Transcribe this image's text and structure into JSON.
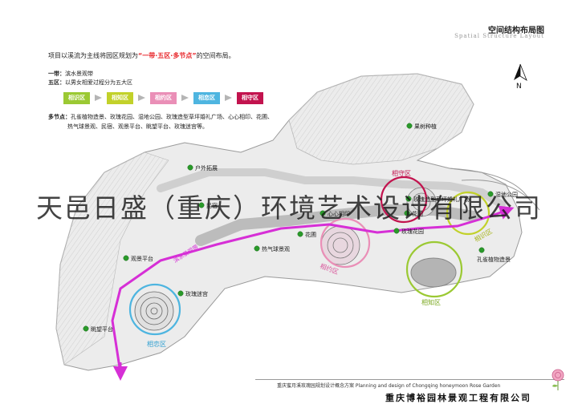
{
  "header": {
    "title": "空间结构布局图",
    "subtitle": "Spatial Structure Layout"
  },
  "intro": {
    "before": "项目以溪流为主线将园区规划为",
    "highlight": "“一带·五区·多节点”",
    "after": "的空间布局。"
  },
  "belt": {
    "label": "一带：",
    "text": "滨水景观带"
  },
  "zones": {
    "label": "五区：",
    "text": "以男女相爱过程分为五大区",
    "items": [
      {
        "name": "相识区",
        "color": "#9bc933"
      },
      {
        "name": "相知区",
        "color": "#c2d12a"
      },
      {
        "name": "相约区",
        "color": "#ea8fb7"
      },
      {
        "name": "相恋区",
        "color": "#4eb5e0"
      },
      {
        "name": "相守区",
        "color": "#c2134e"
      }
    ]
  },
  "nodes": {
    "label": "多节点：",
    "line1": "孔雀植物造景、玫瑰花园、湿地公园、玫瑰造型草坪婚礼广场、心心相印、花圃、",
    "line2": "热气球景观、民宿、观景平台、眺望平台、玫瑰迷宫等。"
  },
  "compass": {
    "label": "N"
  },
  "map": {
    "belt_label": "滨水景观带",
    "zone_labels": {
      "shouzone": "相守区",
      "yuezone": "相约区",
      "zhizone": "相知区",
      "shizone": "相识区",
      "lianzone": "相恋区"
    },
    "node_labels": {
      "guomu": "果树种植",
      "huwai": "户外拓展",
      "minsu": "民宿",
      "xinxin": "心心相印",
      "meigui_square": "玫瑰造型草坪婚礼广场",
      "shidi": "湿地公园",
      "huapu_upper": "花圃",
      "huapu": "花圃",
      "meigui_garden": "玫瑰花园",
      "reqiqiu": "热气球景观",
      "guanjing": "观景平台",
      "kongque": "孔雀植物造景",
      "migong": "玫瑰迷宫",
      "tiaowang": "眺望平台"
    }
  },
  "watermark": "天邑日盛（重庆）环境艺术设计有限公司",
  "footer": {
    "project": "重庆蜜月溪玫瑰园规划设计概念方案  Planning and design of Chongqing honeymoon Rose Garden",
    "company": "重庆博裕园林景观工程有限公司"
  }
}
